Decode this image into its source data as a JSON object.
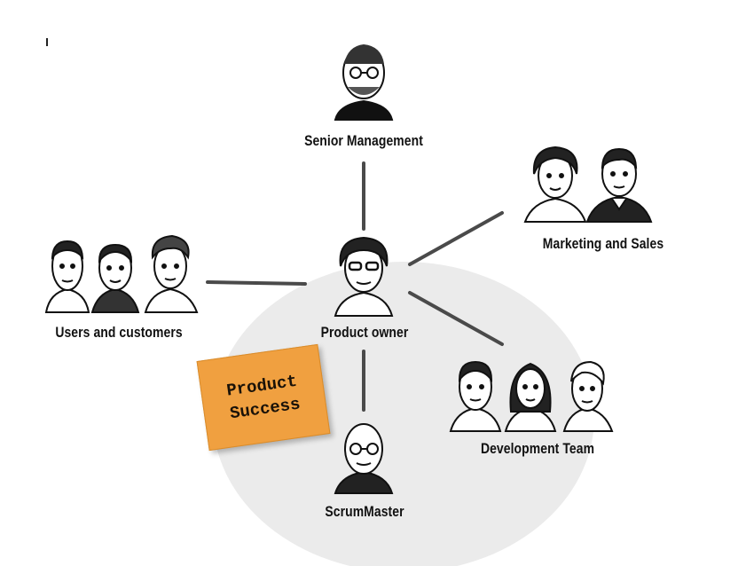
{
  "diagram": {
    "nodes": {
      "senior_management": {
        "label": "Senior Management"
      },
      "marketing_sales": {
        "label": "Marketing and Sales"
      },
      "users_customers": {
        "label": "Users and customers"
      },
      "product_owner": {
        "label": "Product owner"
      },
      "development_team": {
        "label": "Development Team"
      },
      "scrummaster": {
        "label": "ScrumMaster"
      }
    },
    "sticky_note": {
      "line1": "Product",
      "line2": "Success"
    },
    "colors": {
      "circle": "#ebebeb",
      "connector": "#444444",
      "sticky": "#f0a040"
    }
  }
}
